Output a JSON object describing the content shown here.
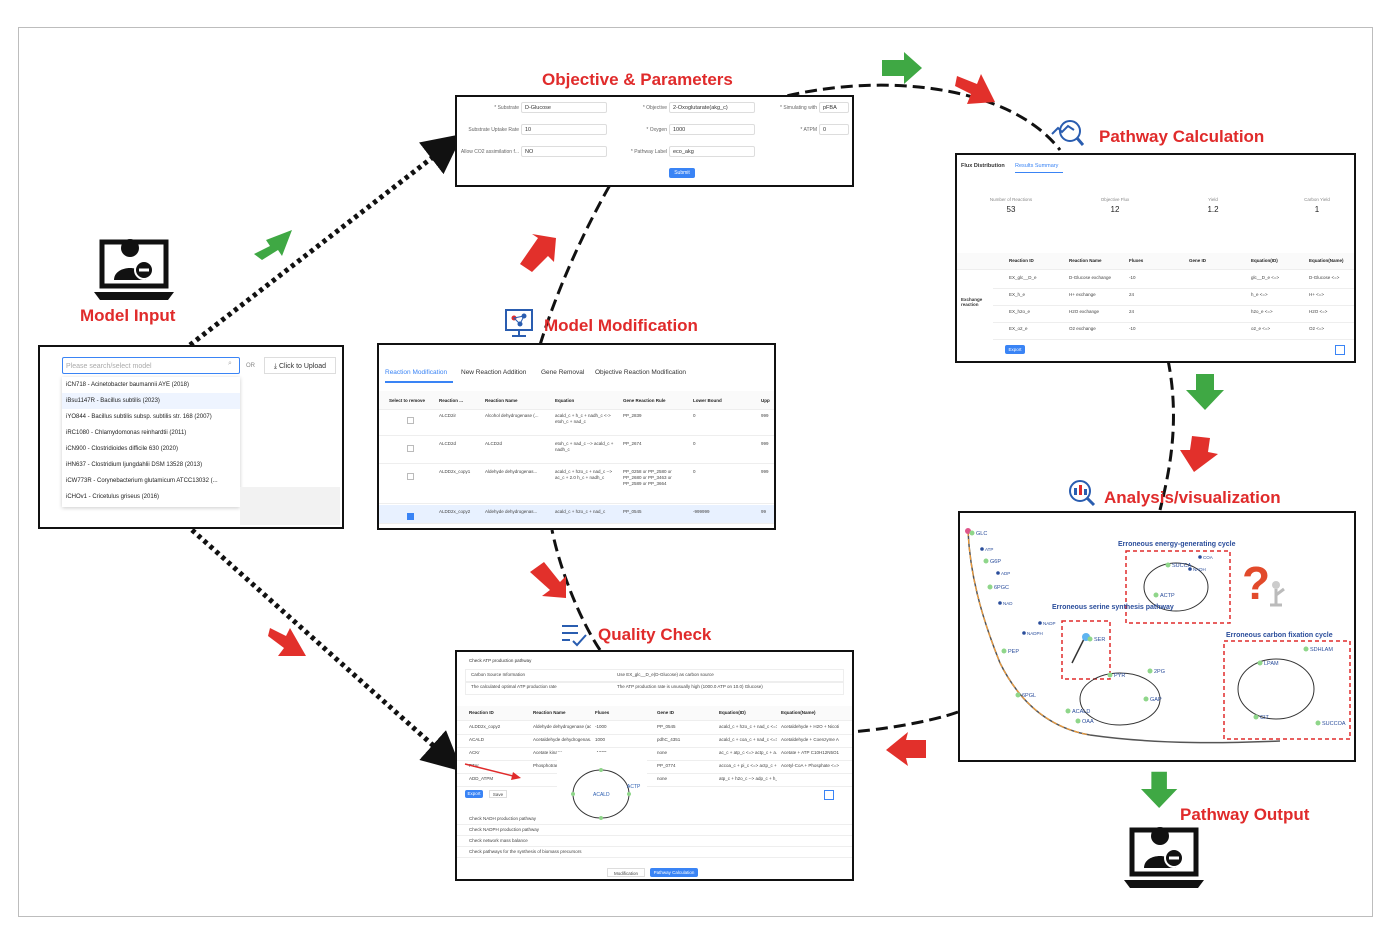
{
  "titles": {
    "objective": "Objective & Parameters",
    "pathway_calc": "Pathway Calculation",
    "model_input": "Model Input",
    "model_mod": "Model Modification",
    "analysis": "Analysis/visualization",
    "quality": "Quality Check",
    "output": "Pathway Output"
  },
  "objective": {
    "substrate_label": "* Substrate",
    "substrate_value": "D-Glucose",
    "objective_label": "* Objective",
    "objective_value": "2-Oxoglutarate(akg_c)",
    "simulating_label": "* Simulating with",
    "simulating_value": "pFBA",
    "uptake_label": "Substrate Uptake Rate",
    "uptake_value": "10",
    "oxygen_label": "* Oxygen",
    "oxygen_value": "1000",
    "atpm_label": "* ATPM",
    "atpm_value": "0",
    "co2_label": "Allow CO2 assimilation f...",
    "co2_value": "NO",
    "pathway_label_label": "* Pathway Label",
    "pathway_label_value": "eco_akg",
    "submit": "Submit"
  },
  "model_input": {
    "search_placeholder": "Please search/select model",
    "or": "OR",
    "upload": "Click to Upload",
    "models": [
      "iCN718 - Acinetobacter baumannii AYE (2018)",
      "iBsu1147R - Bacillus subtilis (2023)",
      "iYO844 - Bacillus subtilis subsp. subtilis str. 168 (2007)",
      "iRC1080 - Chlamydomonas reinhardtii (2011)",
      "iCN900 - Clostridioides difficile 630 (2020)",
      "iHN637 - Clostridium ljungdahlii DSM 13528 (2013)",
      "iCW773R - Corynebacterium glutamicum ATCC13032 (...",
      "iCHOv1 - Cricetulus griseus (2016)"
    ]
  },
  "model_mod": {
    "tabs": [
      "Reaction Modification",
      "New Reaction Addition",
      "Gene Removal",
      "Objective Reaction Modification"
    ],
    "headers": [
      "Select to remove",
      "Reaction ...",
      "Reaction Name",
      "Equation",
      "Gene Reaction Rule",
      "Lower Bound",
      "Upp"
    ],
    "rows": [
      [
        "ALCD2ir",
        "Alcohol dehydrogenase (...",
        "acald_c + h_c + nadh_c <-> etoh_c + nad_c",
        "PP_2839",
        "0",
        "999"
      ],
      [
        "ALCD2d",
        "ALCD2d",
        "etoh_c + nad_c --> acald_c + nadh_c",
        "PP_2674",
        "0",
        "999"
      ],
      [
        "ALDD2x_copy1",
        "Aldehyde dehydrogenas...",
        "acald_c + h2o_c + nad_c --> ac_c + 2.0 h_c + nadh_c",
        "PP_0258 or PP_2580 or PP_2680 or PP_3463 or PP_2589 or PP_3664",
        "0",
        "999"
      ],
      [
        "ALDD2x_copy2",
        "Aldehyde dehydrogenas...",
        "acald_c + h2o_c + nad_c",
        "PP_0545",
        "-999999",
        "99"
      ]
    ]
  },
  "pathway_calc": {
    "tabs": [
      "Flux Distribution",
      "Results Summary"
    ],
    "summary_labels": [
      "Number of Reactions",
      "Objective Flux",
      "Yield",
      "Carbon Yield"
    ],
    "summary_values": [
      "53",
      "12",
      "1.2",
      "1"
    ],
    "headers": [
      "Reaction ID",
      "Reaction Name",
      "Fluxes",
      "Gene ID",
      "Equation(ID)",
      "Equation(Name)"
    ],
    "group_label": "Exchange reaction",
    "rows": [
      [
        "EX_glc__D_e",
        "D-Glucose exchange",
        "-10",
        "",
        "glc__D_e <=>",
        "D-Glucose <=>"
      ],
      [
        "EX_h_e",
        "H+ exchange",
        "24",
        "",
        "h_e <=>",
        "H+ <=>"
      ],
      [
        "EX_h2o_e",
        "H2O exchange",
        "24",
        "",
        "h2o_e <=>",
        "H2O <=>"
      ],
      [
        "EX_o2_e",
        "O2 exchange",
        "-10",
        "",
        "o2_e <=>",
        "O2 <=>"
      ]
    ],
    "export": "Export"
  },
  "quality": {
    "check_header": "Check ATP production pathway",
    "info_rows": [
      [
        "Carbon Source Information",
        "Use EX_glc__D_e(D-Glucose) as carbon source"
      ],
      [
        "The calculated optimal ATP production rate",
        "The ATP production rate is unusually high (1000.0 ATP on 10.0) Glucose)"
      ]
    ],
    "headers": [
      "Reaction ID",
      "Reaction Name",
      "Fluxes",
      "Gene ID",
      "Equation(ID)",
      "Equation(Name)"
    ],
    "rows": [
      [
        "ALDD2x_copy2",
        "Aldehyde dehydrogenase (ac...",
        "-1000",
        "PP_0545",
        "acald_c + h2o_c + nad_c <=>...",
        "Acetaldehyde + H2O + Nicoti..."
      ],
      [
        "ACALD",
        "Acetaldehyde dehydrogenas...",
        "1000",
        "pdhC_4351",
        "acald_c + coa_c + nad_c <=>...",
        "Acetaldehyde + Coenzyme A..."
      ],
      [
        "ACKr",
        "Acetate kinase",
        "-1000",
        "none",
        "ac_c + atp_c <=> actp_c + a...",
        "Acetate + ATP C10H12N5O13..."
      ],
      [
        "PTAr",
        "Phosphotrans",
        "1000",
        "PP_0774",
        "accoa_c + pi_c <=> actp_c +...",
        "Acetyl-CoA + Phosphate <=>..."
      ],
      [
        "ADD_ATPM",
        "",
        "1000",
        "none",
        "atp_c + h2o_c --> adp_c + h_c...",
        ""
      ]
    ],
    "export": "Export",
    "save": "Save",
    "collapsed": [
      "Check NADH production pathway",
      "Check NADPH production pathway",
      "Check network mass balance",
      "Check pathways for the synthesis of biomass precursors"
    ],
    "btn_mod": "Modification",
    "btn_calc": "Pathway Calculation"
  },
  "analysis": {
    "cycle1": "Erroneous energy-generating cycle",
    "cycle2": "Erroneous serine synthesis pathway",
    "cycle3": "Erroneous carbon fixation cycle",
    "metabolites": [
      "GLC",
      "G6P",
      "6PGC",
      "6PGL",
      "PEP",
      "2PG",
      "GAP",
      "ACALD",
      "ACTP",
      "SUCCA",
      "SER",
      "SDHLAM",
      "LPAM",
      "CIT",
      "SUCCOA",
      "OAA",
      "PYR"
    ],
    "cofactors": [
      "ATP",
      "ADP",
      "NADH",
      "NAD",
      "NADPH",
      "NADP",
      "COA"
    ]
  },
  "colors": {
    "title_red": "#e02b2b",
    "arrow_green": "#3fa844",
    "arrow_red": "#e2302b",
    "link_blue": "#3a84f5",
    "highlight": "#f7c948"
  }
}
